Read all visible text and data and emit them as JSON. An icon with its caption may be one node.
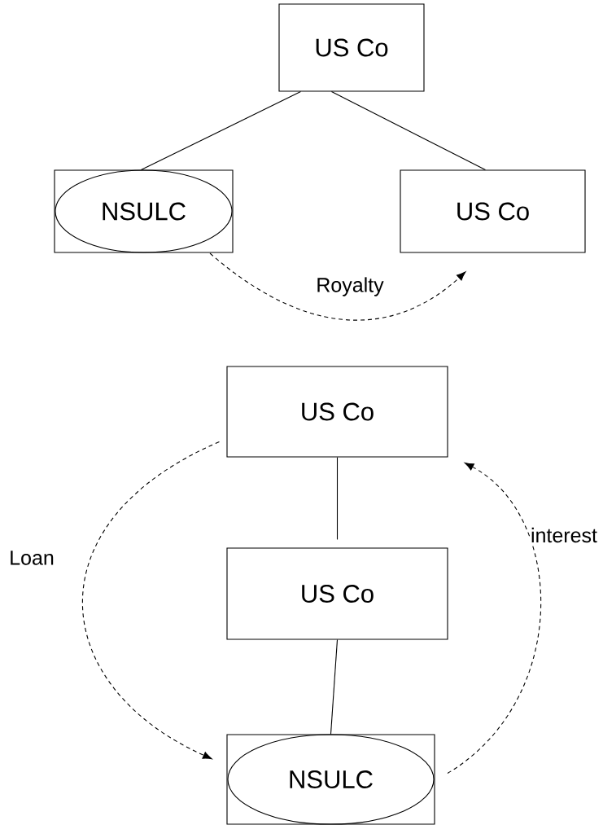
{
  "diagram": {
    "nodes": [
      {
        "text": [
          "US Co"
        ]
      },
      {
        "text": [],
        "shape": "box"
      },
      {
        "text": [
          "NSULC"
        ],
        "in": 1
      },
      {
        "text": [
          "US Co"
        ]
      },
      {
        "text": [
          "US Co"
        ]
      },
      {
        "text": [
          "US Co"
        ]
      },
      {
        "text": [],
        "shape": "box"
      },
      {
        "text": [
          "NSULC"
        ],
        "in": 6
      }
    ],
    "edges": [
      {
        "from": 0,
        "to": 1,
        "arrow": "none"
      },
      {
        "from": 0,
        "to": 3,
        "arrow": "none"
      },
      {
        "from": 2,
        "to": 3,
        "arrow": "to",
        "style": "dashed",
        "label": "Royalty"
      },
      {
        "from": 4,
        "to": 5,
        "arrow": "none"
      },
      {
        "from": 5,
        "to": 6,
        "arrow": "none"
      },
      {
        "from": 4,
        "to": 7,
        "arrow": "to",
        "style": "dashed",
        "label": "Loan"
      },
      {
        "from": 7,
        "to": 4,
        "arrow": "to",
        "style": "dashed",
        "label": "interest"
      }
    ]
  }
}
